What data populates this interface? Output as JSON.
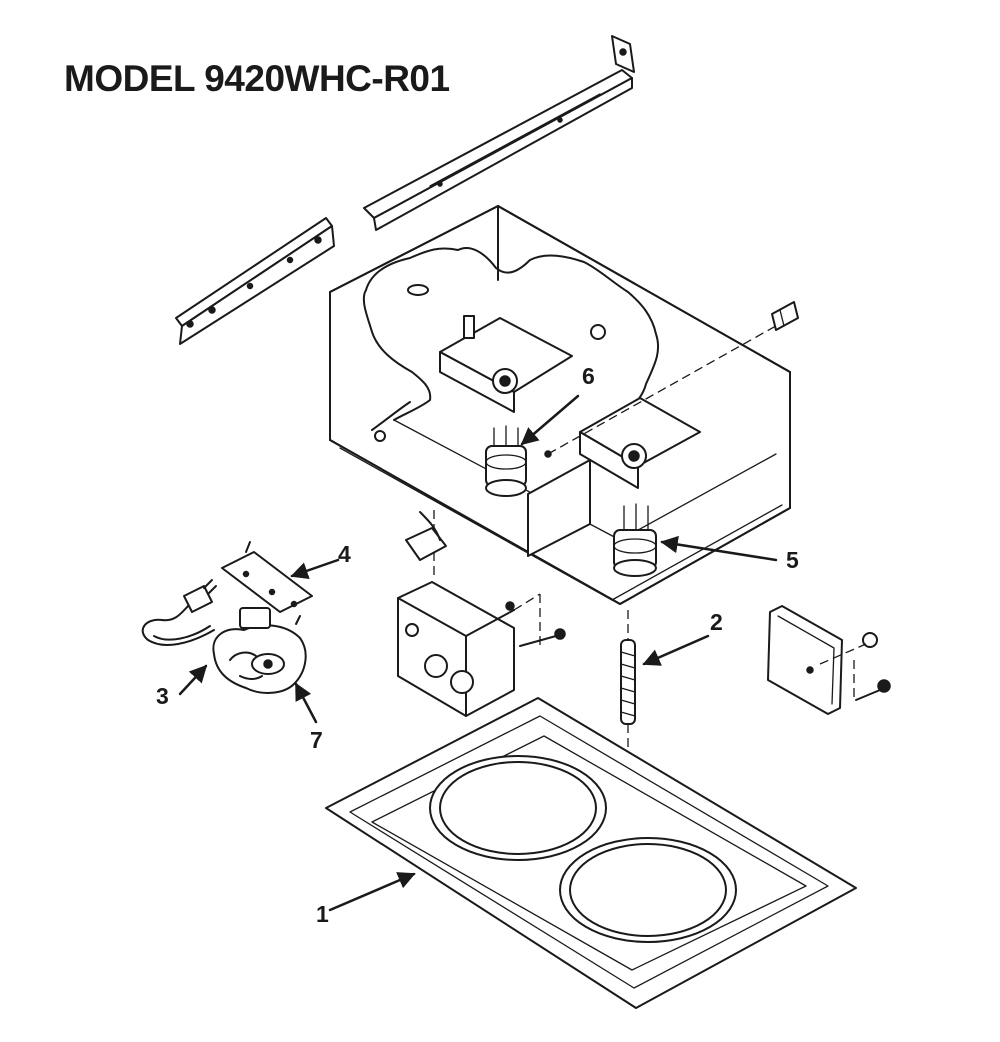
{
  "title": "MODEL 9420WHC-R01",
  "callouts": {
    "c1": "1",
    "c2": "2",
    "c3": "3",
    "c4": "4",
    "c5": "5",
    "c6": "6",
    "c7": "7"
  },
  "colors": {
    "ink": "#1a1a1a",
    "paper": "#ffffff"
  }
}
